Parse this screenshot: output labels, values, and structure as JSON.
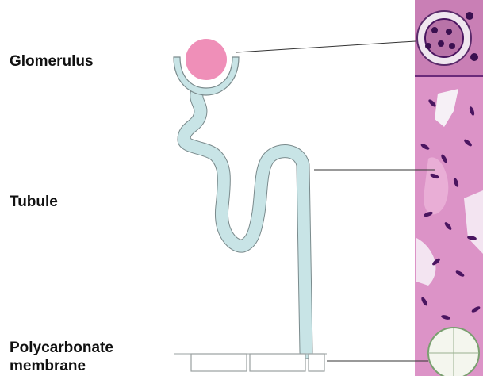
{
  "labels": {
    "glomerulus": "Glomerulus",
    "tubule": "Tubule",
    "membrane_line1": "Polycarbonate",
    "membrane_line2": "membrane"
  },
  "colors": {
    "glomerulus_fill": "#ef8fb8",
    "tubule_fill": "#c8e4e6",
    "tubule_outline": "#7a8a8c",
    "histology_pink": "#dc93c7",
    "nuclei": "#4a1560",
    "leader_line": "#333333"
  },
  "icons": {
    "glomerulus": "pink-circle",
    "tubule": "folded-tube",
    "membrane": "grid-strip",
    "histology": "stained-tissue-image"
  }
}
